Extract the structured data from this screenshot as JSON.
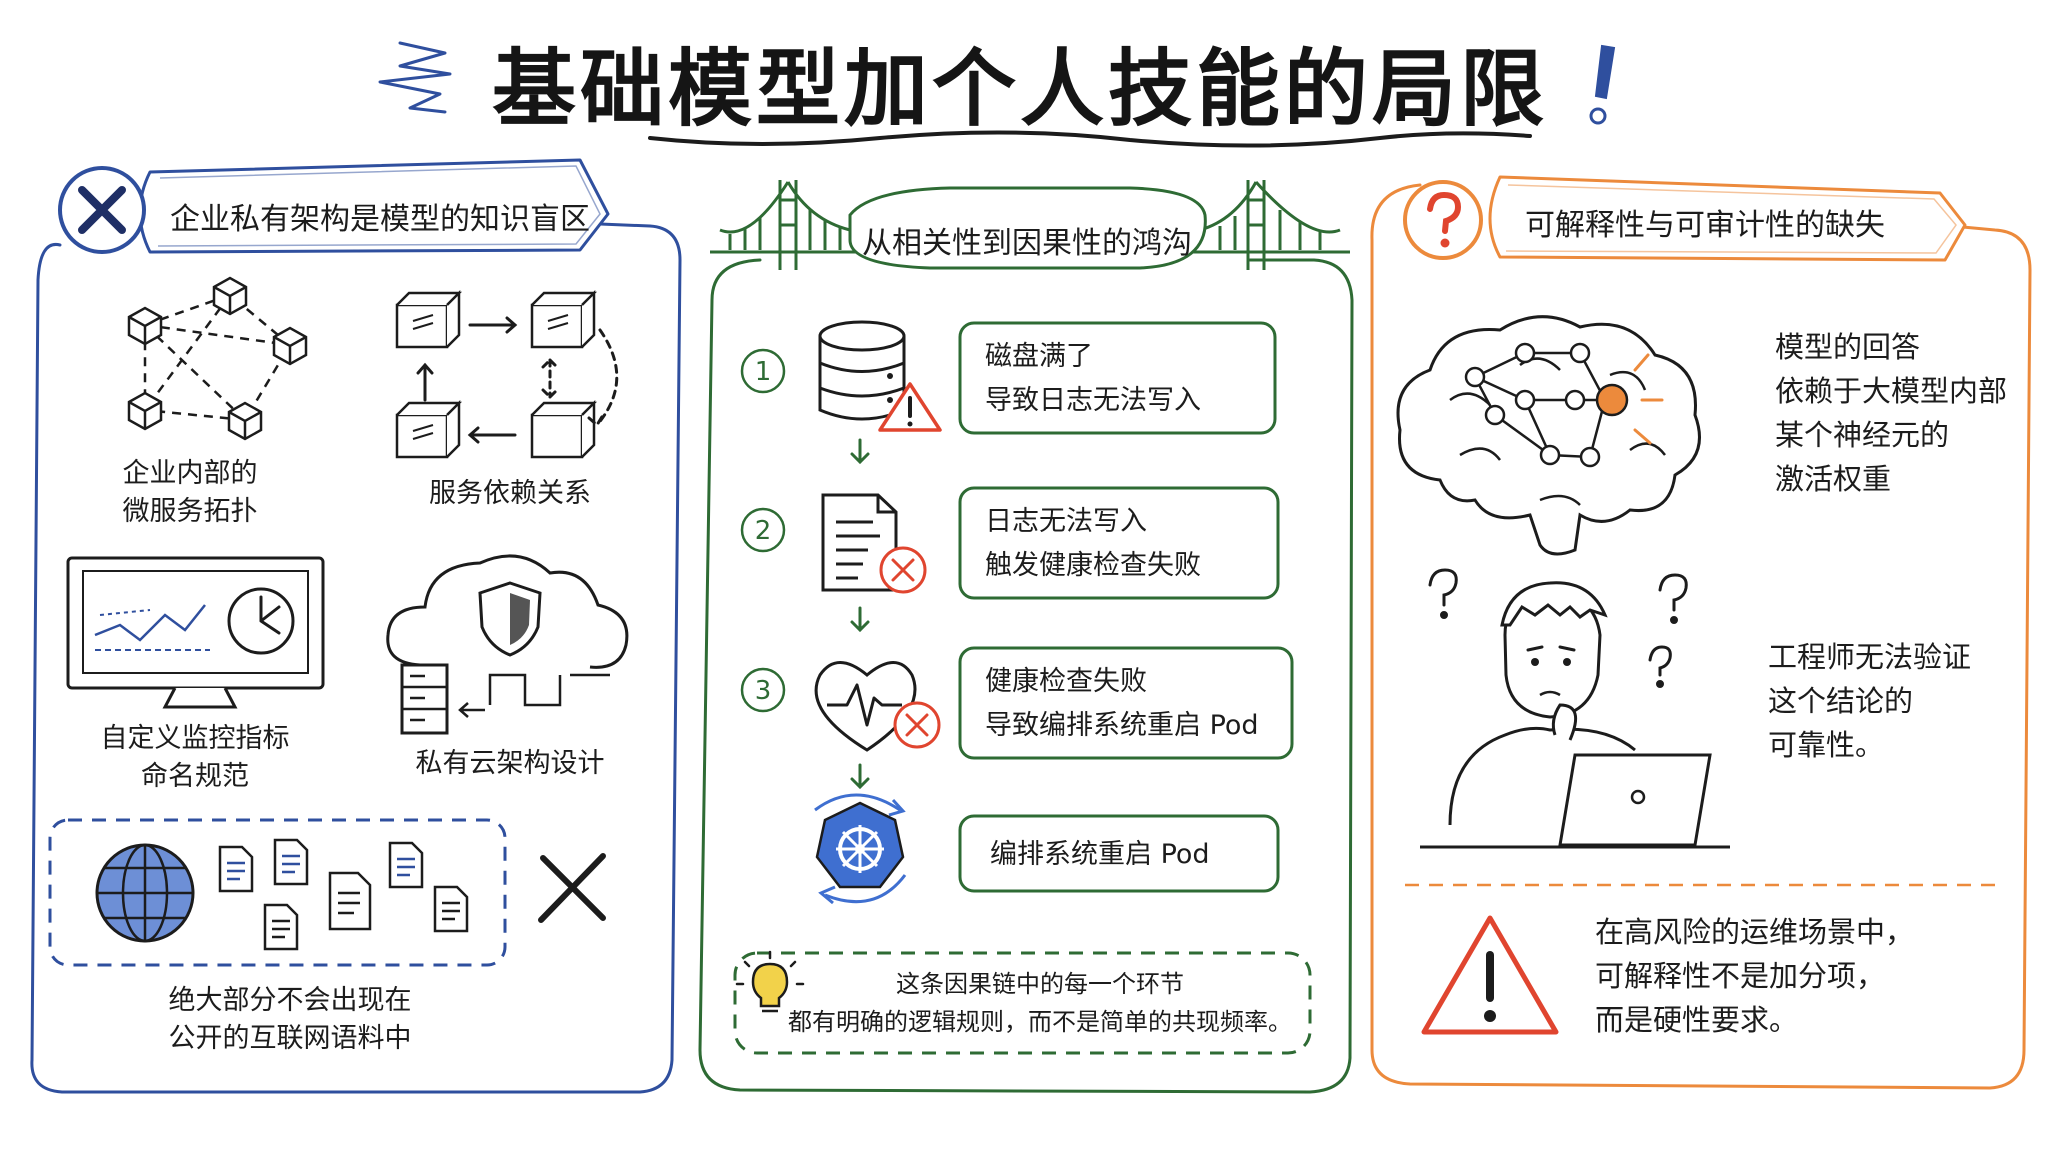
{
  "title": "基础模型加个人技能的局限",
  "left_panel": {
    "title": "企业私有架构是模型的知识盲区",
    "items": [
      {
        "icon": "microservice-topology-icon",
        "label_lines": [
          "企业内部的",
          "微服务拓扑"
        ]
      },
      {
        "icon": "service-dependency-icon",
        "label_lines": [
          "服务依赖关系"
        ]
      },
      {
        "icon": "monitor-dashboard-icon",
        "label_lines": [
          "自定义监控指标",
          "命名规范"
        ]
      },
      {
        "icon": "private-cloud-icon",
        "label_lines": [
          "私有云架构设计"
        ]
      }
    ],
    "footer_lines": [
      "绝大部分不会出现在",
      "公开的互联网语料中"
    ]
  },
  "center_panel": {
    "title": "从相关性到因果性的鸿沟",
    "steps": [
      {
        "number": "1",
        "icon": "database-warning-icon",
        "lines": [
          "磁盘满了",
          "导致日志无法写入"
        ]
      },
      {
        "number": "2",
        "icon": "log-file-error-icon",
        "lines": [
          "日志无法写入",
          "触发健康检查失败"
        ]
      },
      {
        "number": "3",
        "icon": "health-check-fail-icon",
        "lines": [
          "健康检查失败",
          "导致编排系统重启 Pod"
        ]
      },
      {
        "number": "",
        "icon": "kubernetes-restart-icon",
        "lines": [
          "编排系统重启 Pod"
        ]
      }
    ],
    "note_lines": [
      "这条因果链中的每一个环节",
      "都有明确的逻辑规则，而不是简单的共现频率。"
    ]
  },
  "right_panel": {
    "title": "可解释性与可审计性的缺失",
    "brain_lines": [
      "模型的回答",
      "依赖于大模型内部",
      "某个神经元的",
      "激活权重"
    ],
    "engineer_lines": [
      "工程师无法验证",
      "这个结论的",
      "可靠性。"
    ],
    "warning_lines": [
      "在高风险的运维场景中，",
      "可解释性不是加分项，",
      "而是硬性要求。"
    ]
  },
  "colors": {
    "left_accent": "#2f4f9e",
    "center_accent": "#2e6b34",
    "right_accent": "#ec8a3c",
    "warning_red": "#e0452f",
    "k8s_blue": "#3f6fd0"
  }
}
